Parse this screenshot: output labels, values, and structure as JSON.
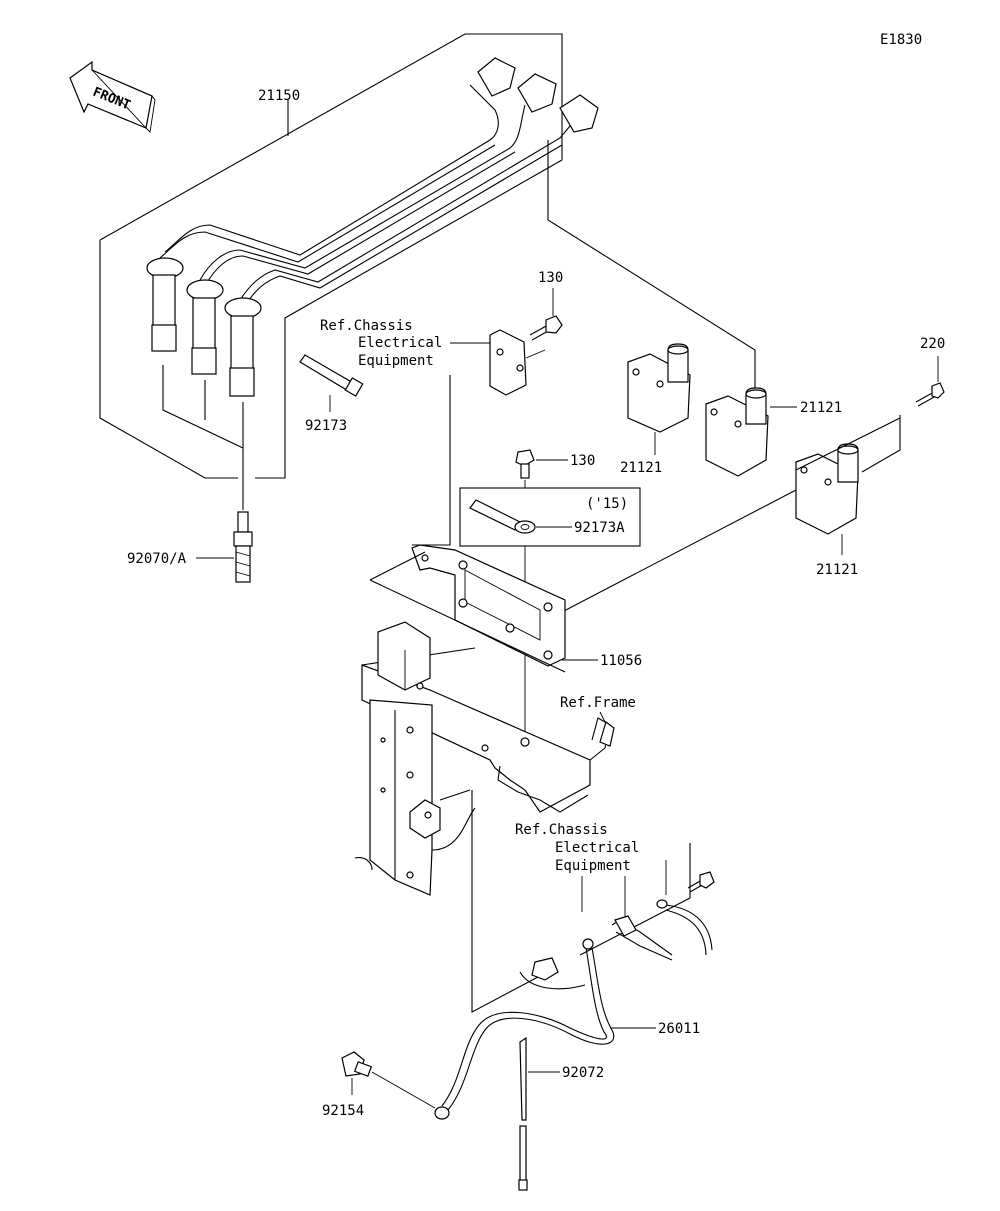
{
  "diagram": {
    "code": "E1830",
    "front_label": "FRONT",
    "labels": {
      "wire_set": "21150",
      "bolt_top": "130",
      "ref_chassis_1_line1": "Ref.Chassis",
      "ref_chassis_1_line2": "Electrical",
      "ref_chassis_1_line3": "Equipment",
      "band_92173": "92173",
      "coil_a": "21121",
      "coil_b": "21121",
      "coil_c": "21121",
      "bolt_220": "220",
      "bolt_mid": "130",
      "year_note": "('15)",
      "band_92173a": "92173A",
      "spark_plug": "92070/A",
      "bracket": "11056",
      "ref_frame": "Ref.Frame",
      "ref_chassis_2_line1": "Ref.Chassis",
      "ref_chassis_2_line2": "Electrical",
      "ref_chassis_2_line3": "Equipment",
      "ground_lead": "26011",
      "tie": "92072",
      "bolt_92154": "92154"
    }
  }
}
